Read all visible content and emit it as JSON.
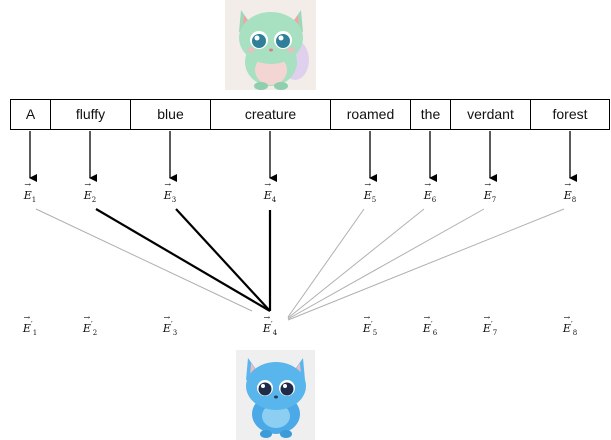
{
  "tokens": [
    "A",
    "fluffy",
    "blue",
    "creature",
    "roamed",
    "the",
    "verdant",
    "forest"
  ],
  "embeddings": [
    {
      "symbol": "E",
      "sub": "1"
    },
    {
      "symbol": "E",
      "sub": "2"
    },
    {
      "symbol": "E",
      "sub": "3"
    },
    {
      "symbol": "E",
      "sub": "4"
    },
    {
      "symbol": "E",
      "sub": "5"
    },
    {
      "symbol": "E",
      "sub": "6"
    },
    {
      "symbol": "E",
      "sub": "7"
    },
    {
      "symbol": "E",
      "sub": "8"
    }
  ],
  "updated_embeddings": [
    {
      "symbol": "E",
      "sub": "1",
      "prime": "′"
    },
    {
      "symbol": "E",
      "sub": "2",
      "prime": "′"
    },
    {
      "symbol": "E",
      "sub": "3",
      "prime": "′"
    },
    {
      "symbol": "E",
      "sub": "4",
      "prime": "′"
    },
    {
      "symbol": "E",
      "sub": "5",
      "prime": "′"
    },
    {
      "symbol": "E",
      "sub": "6",
      "prime": "′"
    },
    {
      "symbol": "E",
      "sub": "7",
      "prime": "′"
    },
    {
      "symbol": "E",
      "sub": "8",
      "prime": "′"
    }
  ],
  "attention": {
    "target_index": 3,
    "strong_sources": [
      1,
      2,
      3
    ],
    "weak_sources": [
      0,
      4,
      5,
      6,
      7
    ]
  },
  "images": {
    "before": "green fluffy creature",
    "after": "blue fluffy creature"
  },
  "colors": {
    "strong_line": "#000000",
    "weak_line": "#b0b0b0",
    "green_body": "#a8e0c2",
    "blue_body": "#58b6ec"
  }
}
